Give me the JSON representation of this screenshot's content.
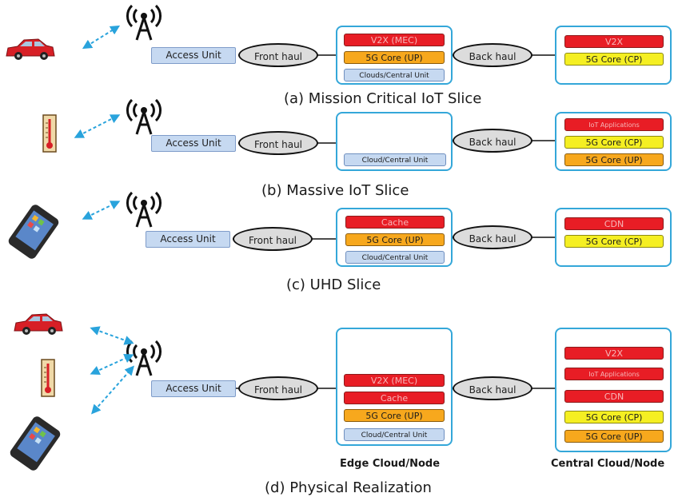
{
  "slices": [
    {
      "access_unit": "Access Unit",
      "front_haul": "Front haul",
      "back_haul": "Back haul",
      "edge_blocks": [
        "V2X (MEC)",
        "5G Core (UP)",
        "Clouds/Central Unit"
      ],
      "central_blocks": [
        "V2X",
        "5G Core (CP)"
      ],
      "caption": "(a)   Mission Critical IoT Slice"
    },
    {
      "access_unit": "Access Unit",
      "front_haul": "Front haul",
      "back_haul": "Back haul",
      "edge_blocks": [
        "Cloud/Central Unit"
      ],
      "central_blocks": [
        "IoT Applications",
        "5G Core (CP)",
        "5G Core (UP)"
      ],
      "caption": "(b) Massive IoT Slice"
    },
    {
      "access_unit": "Access Unit",
      "front_haul": "Front haul",
      "back_haul": "Back haul",
      "edge_blocks": [
        "Cache",
        "5G Core (UP)",
        "Cloud/Central Unit"
      ],
      "central_blocks": [
        "CDN",
        "5G Core (CP)"
      ],
      "caption": "(c) UHD Slice"
    },
    {
      "access_unit": "Access Unit",
      "front_haul": "Front haul",
      "back_haul": "Back haul",
      "edge_blocks": [
        "V2X (MEC)",
        "Cache",
        "5G Core (UP)",
        "Cloud/Central Unit"
      ],
      "central_blocks": [
        "V2X",
        "IoT Applications",
        "CDN",
        "5G Core (CP)",
        "5G Core (UP)"
      ],
      "edge_label": "Edge Cloud/Node",
      "central_label": "Central Cloud/Node",
      "caption": "(d) Physical Realization"
    }
  ],
  "colors": {
    "red": "#e81d25",
    "orange": "#f7a81d",
    "yellow": "#f5ef22",
    "light_blue": "#c6d9f1",
    "cloud_border": "#34a7d9",
    "link_arrow": "#29a3dc"
  },
  "icons": [
    "cell-tower-icon",
    "car-icon",
    "thermometer-icon",
    "smartphone-icon"
  ]
}
